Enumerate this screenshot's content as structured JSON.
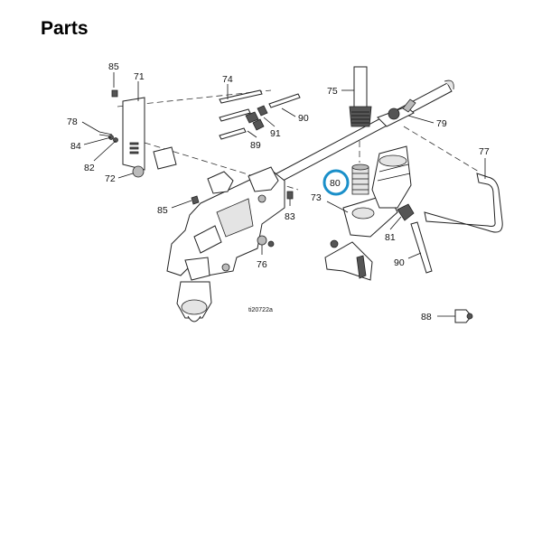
{
  "heading": "Parts",
  "figure_id": "ti20722a",
  "callouts": {
    "c85a": "85",
    "c71": "71",
    "c78": "78",
    "c84": "84",
    "c82": "82",
    "c72": "72",
    "c85b": "85",
    "c74": "74",
    "c89": "89",
    "c91": "91",
    "c90a": "90",
    "c75": "75",
    "c79": "79",
    "c77": "77",
    "c80": "80",
    "c73": "73",
    "c83": "83",
    "c76": "76",
    "c81": "81",
    "c90b": "90",
    "c88": "88"
  },
  "highlight_color": "#1a8fc9"
}
